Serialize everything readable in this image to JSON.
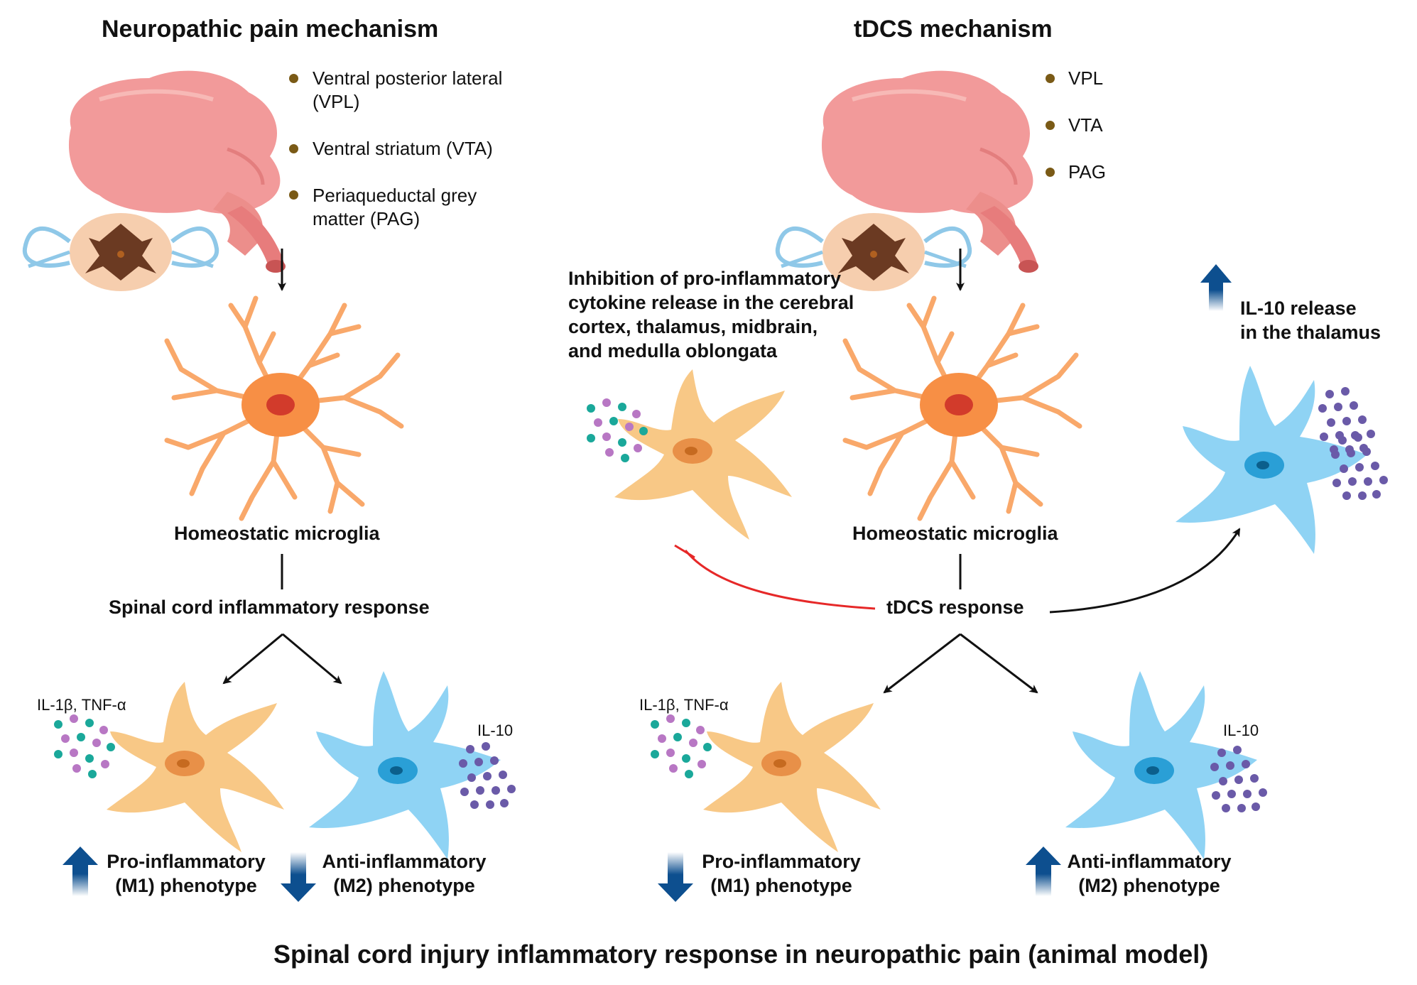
{
  "left": {
    "title": "Neuropathic pain mechanism",
    "regions": [
      {
        "line1": "Ventral posterior lateral",
        "line2": "(VPL)"
      },
      {
        "line1": "Ventral striatum (VTA)",
        "line2": ""
      },
      {
        "line1": "Periaqueductal grey",
        "line2": "matter (PAG)"
      }
    ],
    "microglia_label": "Homeostatic microglia",
    "response_label": "Spinal cord inflammatory response",
    "cytokines_m1": "IL-1β, TNF-α",
    "cytokines_m2": "IL-10",
    "m1": {
      "line1": "Pro-inflammatory",
      "line2": "(M1) phenotype",
      "direction": "up"
    },
    "m2": {
      "line1": "Anti-inflammatory",
      "line2": "(M2) phenotype",
      "direction": "down"
    }
  },
  "right": {
    "title": "tDCS mechanism",
    "regions": [
      "VPL",
      "VTA",
      "PAG"
    ],
    "inhibition": {
      "line1": "Inhibition of pro-inflammatory",
      "line2": "cytokine release in the cerebral",
      "line3": "cortex, thalamus, midbrain,",
      "line4": "and medulla oblongata"
    },
    "il10_release": {
      "line1": "IL-10 release",
      "line2": "in the thalamus",
      "direction": "up"
    },
    "microglia_label": "Homeostatic microglia",
    "response_label": "tDCS response",
    "cytokines_m1": "IL-1β, TNF-α",
    "cytokines_m2": "IL-10",
    "m1": {
      "line1": "Pro-inflammatory",
      "line2": "(M1) phenotype",
      "direction": "down"
    },
    "m2": {
      "line1": "Anti-inflammatory",
      "line2": "(M2) phenotype",
      "direction": "up"
    }
  },
  "footer": "Spinal cord injury inflammatory response in neuropathic pain (animal model)",
  "colors": {
    "brain": "#f29a9a",
    "homeostatic_microglia": "#f9a86a",
    "m1_microglia": "#f8c886",
    "m2_microglia": "#8fd3f4",
    "teal_dot": "#1aa89a",
    "purple_dot": "#b877c4",
    "il10_dot": "#6a5aa8",
    "blue_arrow": "#0d4f8f",
    "inhibition_line": "#e62828",
    "bullet": "#7a5a16"
  }
}
